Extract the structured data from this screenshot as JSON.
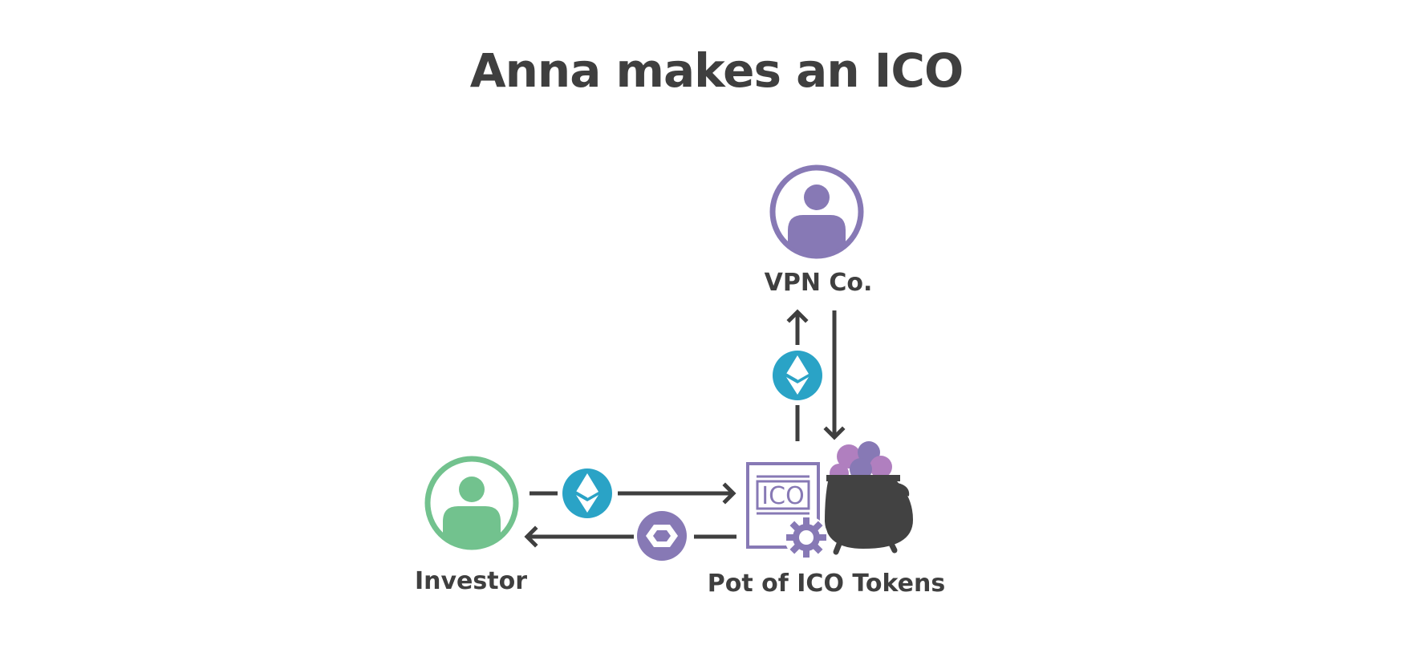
{
  "title": "Anna makes an ICO",
  "nodes": {
    "vpn": {
      "label": "VPN Co.",
      "color": "#8779b5"
    },
    "investor": {
      "label": "Investor",
      "color": "#72c28e"
    },
    "pot": {
      "label": "Pot of ICO Tokens",
      "badge": "ICO",
      "doc_color": "#8779b5",
      "pot_color": "#424242"
    }
  },
  "colors": {
    "ether": "#2aa3c6",
    "token": "#8779b5",
    "coin_light": "#b07fbf",
    "ink": "#3f3f3f"
  },
  "icons": [
    "person-icon",
    "ethereum-icon",
    "token-icon",
    "ico-document-icon",
    "gear-icon",
    "pot-icon"
  ]
}
